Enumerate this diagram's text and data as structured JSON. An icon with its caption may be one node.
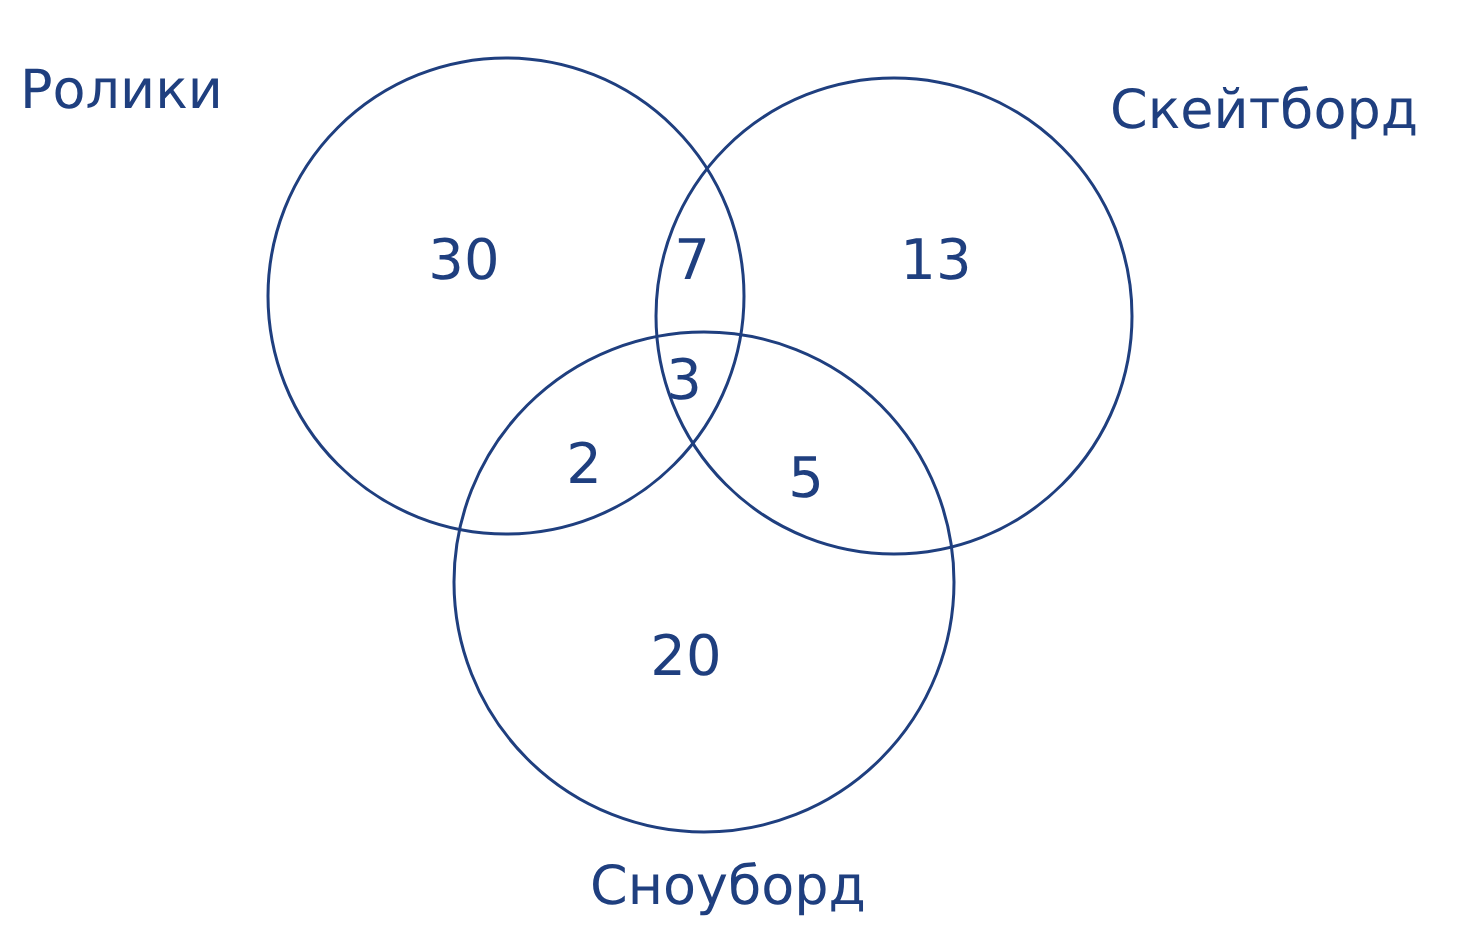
{
  "diagram": {
    "nodes": [
      {
        "text": [
          "Ролики"
        ]
      },
      {
        "text": [
          "Скейтборд"
        ]
      },
      {
        "text": [
          "Сноуборд"
        ]
      }
    ],
    "labels": [
      "30",
      "7",
      "13",
      "3",
      "2",
      "5",
      "20"
    ]
  }
}
